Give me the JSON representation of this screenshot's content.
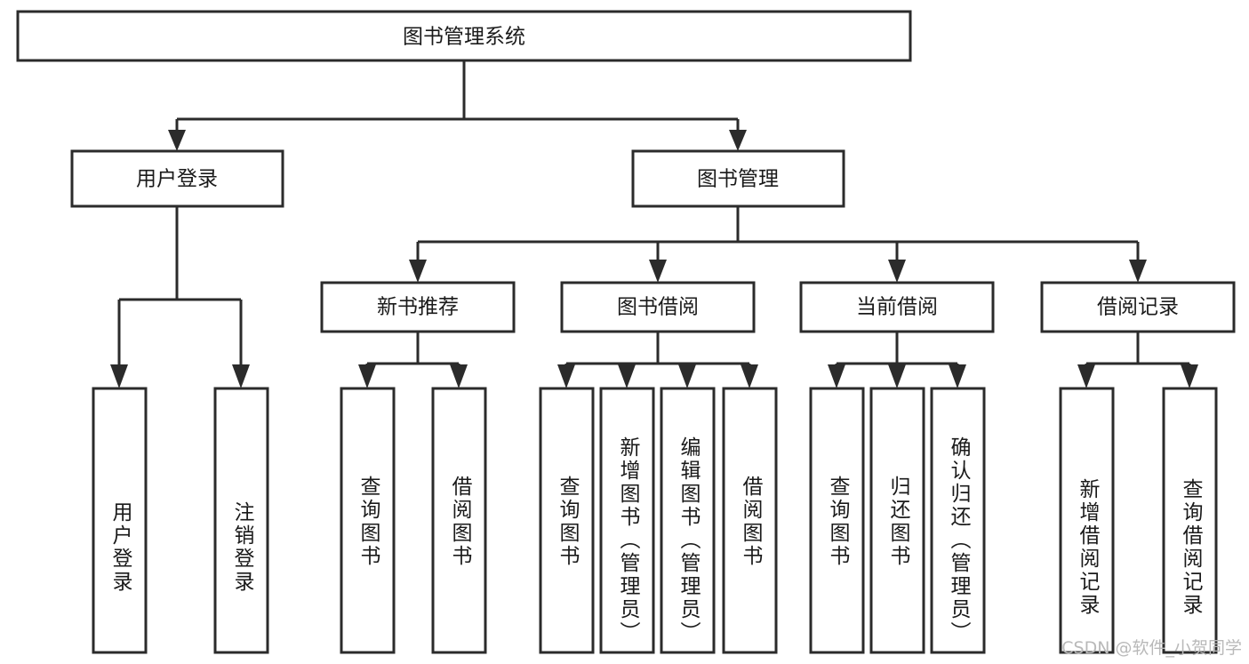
{
  "diagram": {
    "title": "图书管理系统",
    "type": "tree-hierarchy-flowchart",
    "watermark": "CSDN @软件_小贺同学",
    "colors": {
      "stroke": "#2b2b2b",
      "fill": "#ffffff",
      "text": "#1a1a1a",
      "watermark": "#b9b9b9"
    },
    "root": {
      "label": "图书管理系统"
    },
    "level2": [
      {
        "id": "user-login",
        "label": "用户登录"
      },
      {
        "id": "book-manage",
        "label": "图书管理"
      }
    ],
    "level3": [
      {
        "id": "new-book-recommend",
        "label": "新书推荐"
      },
      {
        "id": "book-borrow",
        "label": "图书借阅"
      },
      {
        "id": "current-borrow",
        "label": "当前借阅"
      },
      {
        "id": "borrow-record",
        "label": "借阅记录"
      }
    ],
    "leaves": [
      {
        "id": "leaf-user-login",
        "label": "用户登录",
        "parent": "user-login"
      },
      {
        "id": "leaf-logout-login",
        "label": "注销登录",
        "parent": "user-login"
      },
      {
        "id": "leaf-query-book-1",
        "label": "查询图书",
        "parent": "new-book-recommend"
      },
      {
        "id": "leaf-borrow-book-1",
        "label": "借阅图书",
        "parent": "new-book-recommend"
      },
      {
        "id": "leaf-query-book-2",
        "label": "查询图书",
        "parent": "book-borrow"
      },
      {
        "id": "leaf-add-book",
        "label": "新增图书（管理员）",
        "parent": "book-borrow"
      },
      {
        "id": "leaf-edit-book",
        "label": "编辑图书（管理员）",
        "parent": "book-borrow"
      },
      {
        "id": "leaf-borrow-book-2",
        "label": "借阅图书",
        "parent": "book-borrow"
      },
      {
        "id": "leaf-query-book-3",
        "label": "查询图书",
        "parent": "current-borrow"
      },
      {
        "id": "leaf-return-book",
        "label": "归还图书",
        "parent": "current-borrow"
      },
      {
        "id": "leaf-confirm-return",
        "label": "确认归还（管理员）",
        "parent": "current-borrow"
      },
      {
        "id": "leaf-add-record",
        "label": "新增借阅记录",
        "parent": "borrow-record"
      },
      {
        "id": "leaf-query-record",
        "label": "查询借阅记录",
        "parent": "borrow-record"
      }
    ]
  }
}
